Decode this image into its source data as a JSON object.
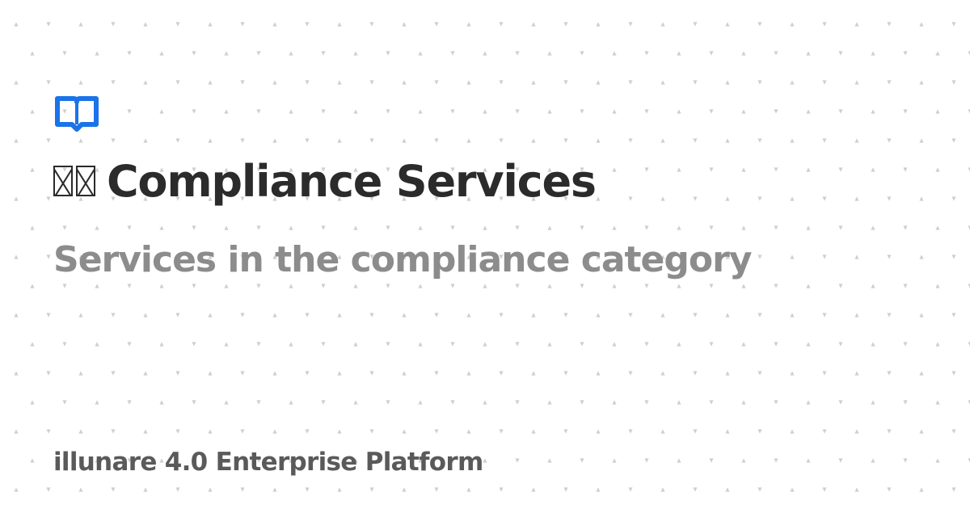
{
  "card": {
    "title": "Compliance Services",
    "subtitle": "Services in the compliance category",
    "footer": "illunare 4.0 Enterprise Platform"
  },
  "icons": {
    "logo": "book-icon",
    "title_glyphs": "missing-glyph-icon"
  },
  "colors": {
    "accent": "#1a73e8",
    "title": "#2b2b2b",
    "subtitle": "#8c8c8c",
    "footer": "#5a5a5a",
    "pattern": "#cfcfcf",
    "background": "#ffffff"
  }
}
